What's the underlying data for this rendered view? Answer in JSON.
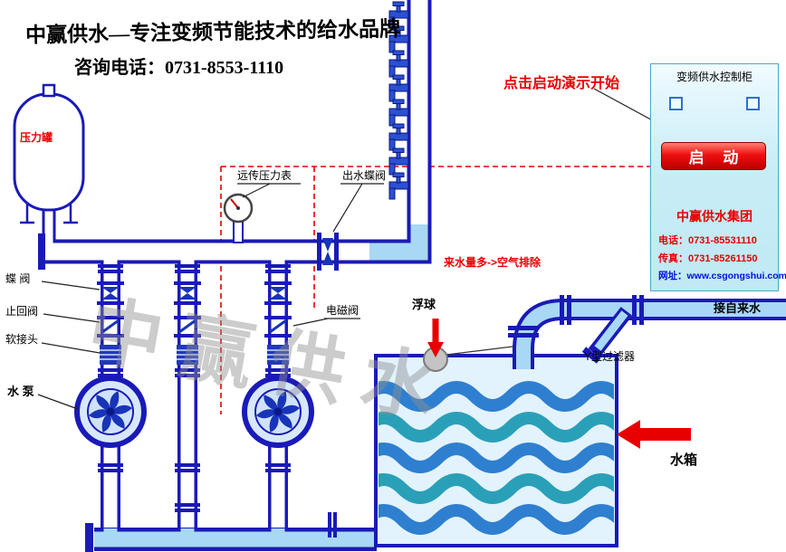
{
  "header": {
    "slogan": "中赢供水—专注变频节能技术的给水品牌",
    "phone": "咨询电话：0731-8553-1110"
  },
  "hint": {
    "demo_start": "点击启动演示开始"
  },
  "panel": {
    "title": "变频供水控制柜",
    "start_button": "启 动",
    "company": "中赢供水集团",
    "tel": "电话：0731-85531110",
    "fax": "传真：0731-85261150",
    "website": "网址：www.csgongshui.com"
  },
  "labels": {
    "pressure_tank": "压力罐",
    "remote_pressure_gauge": "远传压力表",
    "outlet_butterfly_valve": "出水蝶阀",
    "butterfly_valve": "蝶 阀",
    "check_valve": "止回阀",
    "soft_joint": "软接头",
    "water_pump": "水 泵",
    "solenoid_valve": "电磁阀",
    "float_ball": "浮球",
    "y_filter": "Y型过滤器",
    "tap_water_inlet": "接自来水",
    "water_tank": "水箱",
    "air_exhaust_note": "来水量多-&gt;空气排除"
  },
  "watermark": "中赢供水",
  "colors": {
    "pipe_outline": "#1a1ab8",
    "water": "#a8d8f4",
    "accent_red": "#e80000",
    "panel_bg": "#c9edf7",
    "button_red": "#ee1010",
    "wave_blue": "#2f7fd0",
    "wave_teal": "#2aa0b8",
    "watermark_gray": "#8f8f8f"
  }
}
